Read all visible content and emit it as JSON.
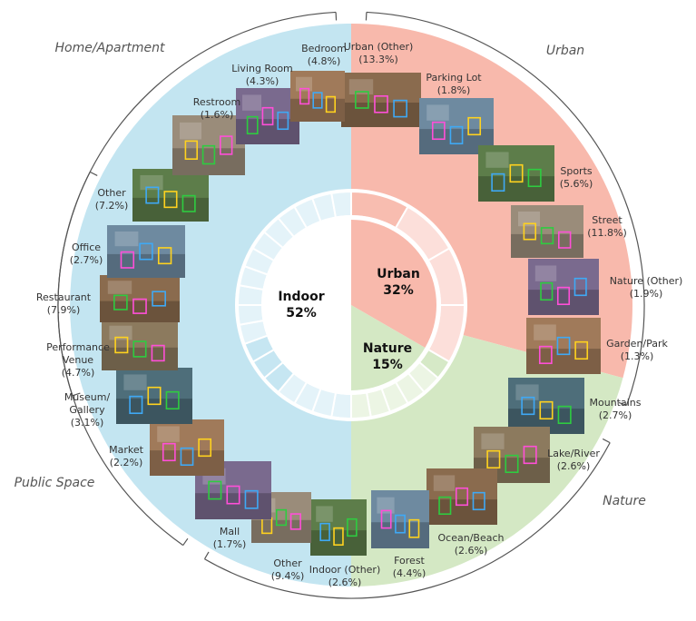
{
  "chart_data": {
    "type": "pie",
    "inner_ring": [
      {
        "name": "Indoor",
        "value": 52,
        "label": "52%",
        "color": "#c3e5f1"
      },
      {
        "name": "Urban",
        "value": 32,
        "label": "32%",
        "color": "#f8b9ac"
      },
      {
        "name": "Nature",
        "value": 15,
        "label": "15%",
        "color": "#d4e8c4"
      }
    ],
    "outer_groups": [
      {
        "name": "Home/Apartment"
      },
      {
        "name": "Urban"
      },
      {
        "name": "Nature"
      },
      {
        "name": "Public Space"
      }
    ],
    "categories": [
      {
        "name": "Urban (Other)",
        "value": 13.3,
        "label": "(13.3%)",
        "parent": "Urban"
      },
      {
        "name": "Parking Lot",
        "value": 1.8,
        "label": "(1.8%)",
        "parent": "Urban"
      },
      {
        "name": "Sports",
        "value": 5.6,
        "label": "(5.6%)",
        "parent": "Urban"
      },
      {
        "name": "Street",
        "value": 11.8,
        "label": "(11.8%)",
        "parent": "Urban"
      },
      {
        "name": "Nature (Other)",
        "value": 1.9,
        "label": "(1.9%)",
        "parent": "Nature"
      },
      {
        "name": "Garden/Park",
        "value": 1.3,
        "label": "(1.3%)",
        "parent": "Nature"
      },
      {
        "name": "Mountains",
        "value": 2.7,
        "label": "(2.7%)",
        "parent": "Nature"
      },
      {
        "name": "Lake/River",
        "value": 2.6,
        "label": "(2.6%)",
        "parent": "Nature"
      },
      {
        "name": "Ocean/Beach",
        "value": 2.6,
        "label": "(2.6%)",
        "parent": "Nature"
      },
      {
        "name": "Forest",
        "value": 4.4,
        "label": "(4.4%)",
        "parent": "Nature"
      },
      {
        "name": "Indoor (Other)",
        "value": 2.6,
        "label": "(2.6%)",
        "parent": "Indoor"
      },
      {
        "name": "Other",
        "value": 9.4,
        "label": "(9.4%)",
        "parent": "Indoor"
      },
      {
        "name": "Mall",
        "value": 1.7,
        "label": "(1.7%)",
        "parent": "Indoor"
      },
      {
        "name": "Market",
        "value": 2.2,
        "label": "(2.2%)",
        "parent": "Indoor"
      },
      {
        "name": "Museum/ Gallery",
        "value": 3.1,
        "label": "(3.1%)",
        "parent": "Indoor"
      },
      {
        "name": "Performance Venue",
        "value": 4.7,
        "label": "(4.7%)",
        "parent": "Indoor"
      },
      {
        "name": "Restaurant",
        "value": 7.9,
        "label": "(7.9%)",
        "parent": "Indoor"
      },
      {
        "name": "Office",
        "value": 2.7,
        "label": "(2.7%)",
        "parent": "Indoor"
      },
      {
        "name": "Other",
        "value": 7.2,
        "label": "(7.2%)",
        "parent": "Indoor"
      },
      {
        "name": "Restroom",
        "value": 1.6,
        "label": "(1.6%)",
        "parent": "Indoor"
      },
      {
        "name": "Living Room",
        "value": 4.3,
        "label": "(4.3%)",
        "parent": "Indoor"
      },
      {
        "name": "Bedroom",
        "value": 4.8,
        "label": "(4.8%)",
        "parent": "Indoor"
      }
    ]
  }
}
